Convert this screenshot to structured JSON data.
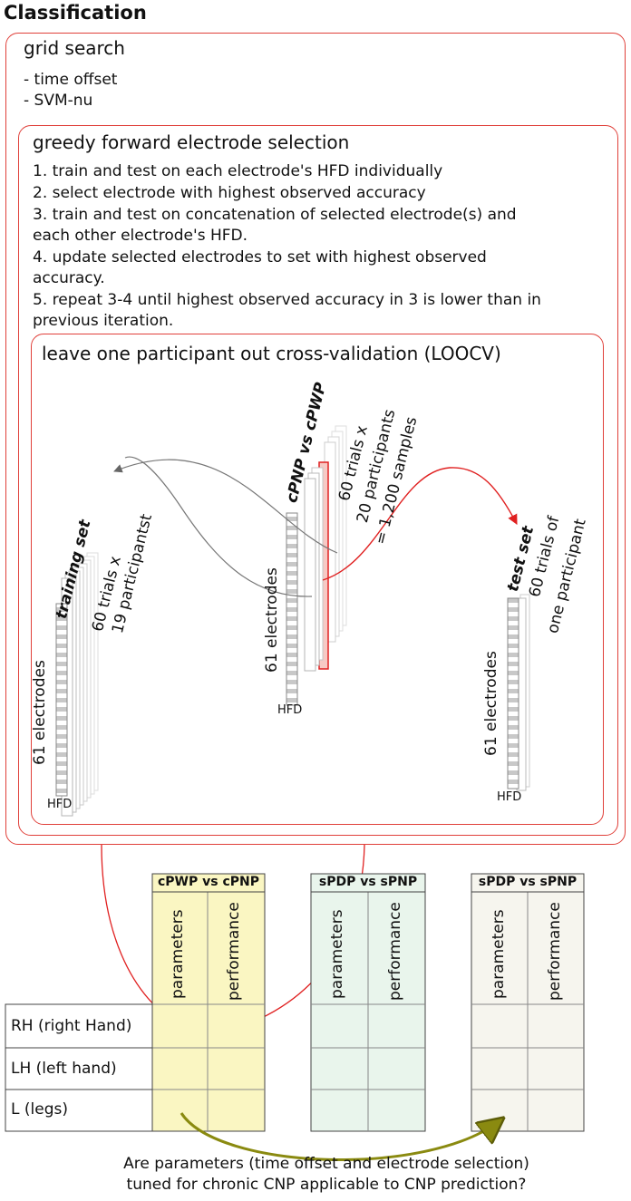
{
  "heading": "Classification",
  "grid_search": {
    "title": "grid search",
    "items": [
      "- time offset",
      "- SVM-nu"
    ]
  },
  "greedy": {
    "title": "greedy forward electrode selection",
    "steps": [
      "1. train and test on each electrode's HFD individually",
      "2. select electrode with highest observed accuracy",
      "3. train and test on concatenation of selected electrode(s) and",
      "each other electrode's HFD.",
      "4. update selected electrodes to set with highest observed",
      "accuracy.",
      "5. repeat 3-4 until highest observed accuracy in 3 is lower than in",
      "previous iteration."
    ]
  },
  "loocv": {
    "title": "leave one participant out cross-validation (LOOCV)",
    "training": {
      "title": "training set",
      "line1": "60 trials x",
      "line2": "19 participantst",
      "electrodes": "61 electrodes",
      "hfd": "HFD"
    },
    "full": {
      "title": "cPNP vs cPWP",
      "line1": "60 trials x",
      "line2": "20 participants",
      "line3": "= 1,200 samples",
      "electrodes": "61 electrodes",
      "hfd": "HFD"
    },
    "test": {
      "title": "test set",
      "line1": "60 trials of",
      "line2": "one participant",
      "electrodes": "61 electrodes",
      "hfd": "HFD"
    }
  },
  "tables": [
    {
      "title": "cPWP vs cPNP",
      "col1": "parameters",
      "col2": "performance",
      "color": "#faf6c2"
    },
    {
      "title": "sPDP vs sPNP",
      "col1": "parameters",
      "col2": "performance",
      "color": "#e9f5ec"
    },
    {
      "title": "sPDP vs sPNP",
      "col1": "parameters",
      "col2": "performance",
      "color": "#f6f5ee"
    }
  ],
  "rows": [
    "RH (right Hand)",
    "LH (left hand)",
    "L (legs)"
  ],
  "question": {
    "line1": "Are parameters (time offset and electrode selection)",
    "line2": "tuned for chronic CNP applicable to CNP prediction?"
  },
  "colors": {
    "frame": "#e0403a",
    "arrow_red": "#e02020",
    "arrow_gray": "#777777",
    "arrow_olive": "#8a8a10"
  }
}
